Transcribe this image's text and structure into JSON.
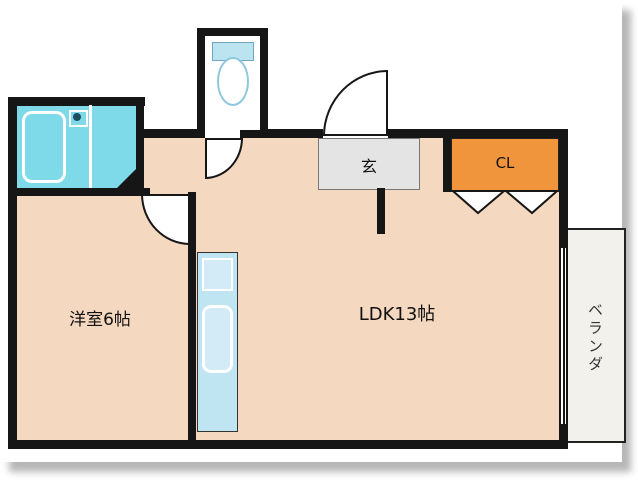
{
  "floorplan": {
    "rooms": {
      "western_room": {
        "label": "洋室6帖"
      },
      "ldk": {
        "label": "LDK13帖"
      },
      "entrance": {
        "label": "玄"
      },
      "closet": {
        "label": "CL"
      },
      "veranda": {
        "label": "ベランダ"
      }
    },
    "fixtures": {
      "bathtub": "bathtub-icon",
      "toilet": "toilet-icon",
      "kitchen_sink": "kitchen-sink-icon",
      "stove": "stove-icon",
      "folding_door": "closet-folding-door-icon",
      "door_swing": "door-swing-arc-icon"
    },
    "colors": {
      "wall": "#161616",
      "floor": "#F5D8C0",
      "bathroom": "#7EDAE8",
      "closet": "#F0953C",
      "entrance_floor": "#E4E4E4",
      "kitchen": "#BFE4F2",
      "kitchen_fixture": "#D2EBF6",
      "toilet_tank": "#BCE4F0",
      "veranda": "#F3F1EC"
    }
  }
}
